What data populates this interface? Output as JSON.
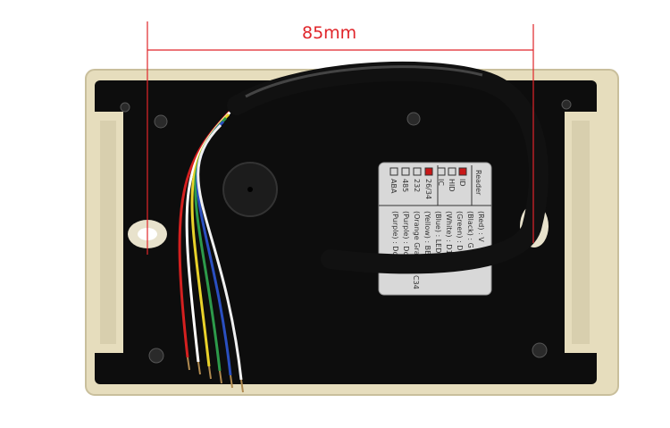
{
  "dimension": {
    "label": "85mm",
    "color": "#e0252a"
  },
  "colors": {
    "case": "#e6ddbd",
    "interior": "#0d0d0d",
    "label_bg": "#d8d8d8"
  },
  "label": {
    "title": "Reader",
    "types": [
      {
        "text": "ID",
        "checked": true
      },
      {
        "text": "HID",
        "checked": false
      },
      {
        "text": "IC",
        "checked": false
      }
    ],
    "formats": [
      {
        "text": "26/34",
        "checked": true
      },
      {
        "text": "232",
        "checked": false
      },
      {
        "text": "485",
        "checked": false
      },
      {
        "text": "ABA",
        "checked": false
      }
    ],
    "wiring": [
      "(Red) : V",
      "(Black) : G",
      "(Green) : D",
      "(White) : D1",
      "(Blue) : LED",
      "(Yellow) : BEE",
      "(Orange Gray)",
      "(Purple) : Do",
      "(Purple) : Do"
    ],
    "footer": "C34"
  },
  "wires": [
    "#d42020",
    "#ffffff",
    "#e8d22a",
    "#2d9a4a",
    "#2a4fc0",
    "#f0f0f0"
  ]
}
